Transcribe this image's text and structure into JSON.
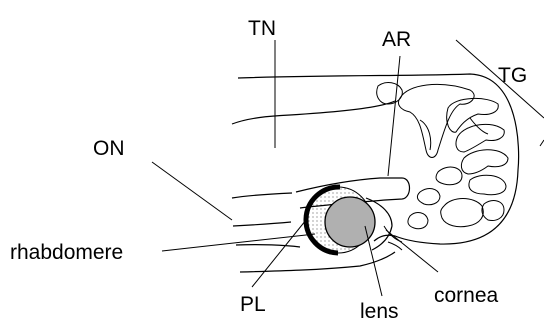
{
  "labels": {
    "tn": "TN",
    "ar": "AR",
    "tg": "TG",
    "on": "ON",
    "rhabdomere": "rhabdomere",
    "pl": "PL",
    "lens": "lens",
    "cornea": "cornea"
  },
  "colors": {
    "stroke": "#000000",
    "lens_fill": "#b0b0b0",
    "background": "#ffffff"
  }
}
